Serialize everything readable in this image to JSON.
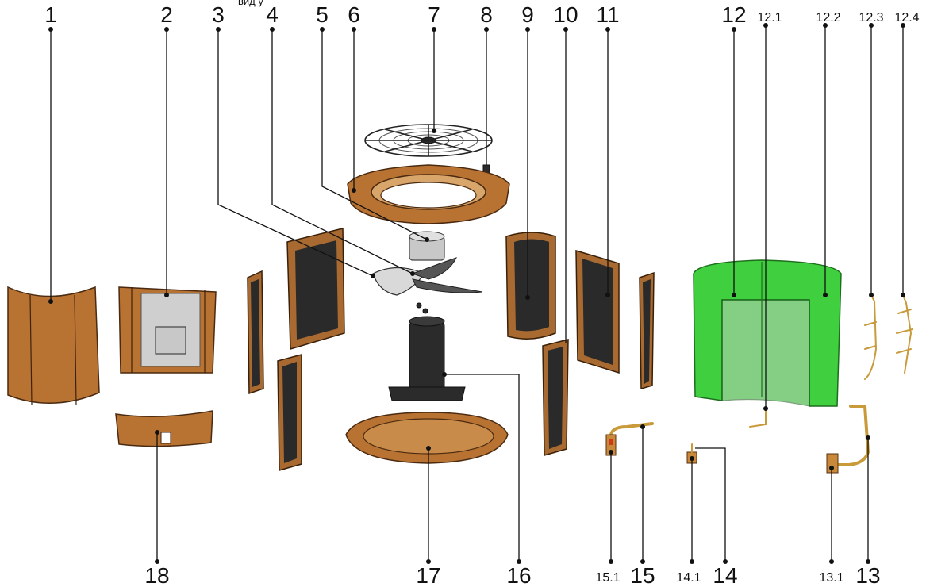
{
  "top_fragment": "вид у",
  "labels": {
    "l1": "1",
    "l2": "2",
    "l3": "3",
    "l4": "4",
    "l5": "5",
    "l6": "6",
    "l7": "7",
    "l8": "8",
    "l9": "9",
    "l10": "10",
    "l11": "11",
    "l12": "12",
    "l12_1": "12.1",
    "l12_2": "12.2",
    "l12_3": "12.3",
    "l12_4": "12.4",
    "l18": "18",
    "l17": "17",
    "l16": "16",
    "l15_1": "15.1",
    "l15": "15",
    "l14_1": "14.1",
    "l14": "14",
    "l13_1": "13.1",
    "l13": "13"
  },
  "colors": {
    "casing": "#b87333",
    "coil": "#3fcf3f",
    "pipe": "#c99a3a",
    "compressor": "#2b2b2b"
  }
}
